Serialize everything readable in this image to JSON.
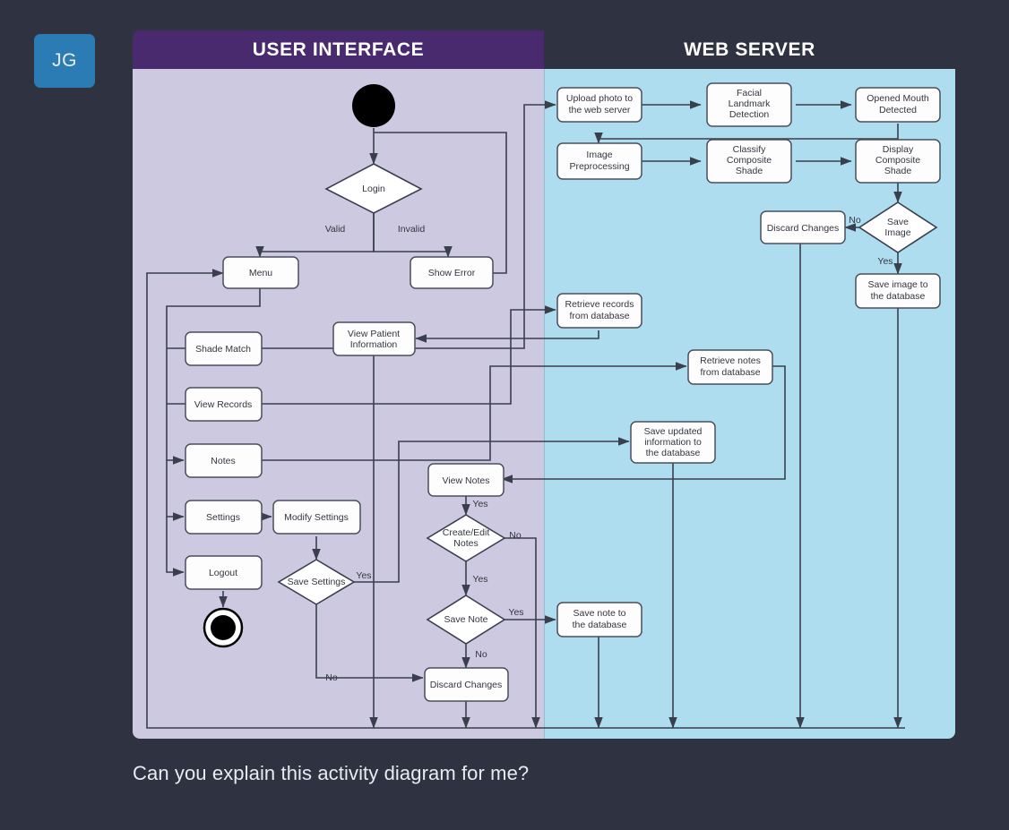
{
  "avatar": {
    "initials": "JG",
    "color": "#2b7cb5",
    "name": "user-avatar"
  },
  "caption": "Can you explain this activity diagram for me?",
  "diagram": {
    "type": "uml-activity-diagram",
    "lanes": [
      {
        "id": "ui",
        "title": "USER INTERFACE",
        "header_color": "#4a2a6e",
        "body_color": "#cdc9e0"
      },
      {
        "id": "ws",
        "title": "WEB SERVER",
        "header_color": "#2f3241",
        "body_color": "#aeddef"
      }
    ],
    "nodes": [
      {
        "id": "start",
        "kind": "initial",
        "lane": "ui",
        "label": ""
      },
      {
        "id": "login",
        "kind": "decision",
        "lane": "ui",
        "label": "Login"
      },
      {
        "id": "menu",
        "kind": "action",
        "lane": "ui",
        "label": "Menu"
      },
      {
        "id": "show_error",
        "kind": "action",
        "lane": "ui",
        "label": "Show Error"
      },
      {
        "id": "shade_match",
        "kind": "action",
        "lane": "ui",
        "label": "Shade Match"
      },
      {
        "id": "view_records",
        "kind": "action",
        "lane": "ui",
        "label": "View Records"
      },
      {
        "id": "notes",
        "kind": "action",
        "lane": "ui",
        "label": "Notes"
      },
      {
        "id": "settings",
        "kind": "action",
        "lane": "ui",
        "label": "Settings"
      },
      {
        "id": "logout",
        "kind": "action",
        "lane": "ui",
        "label": "Logout"
      },
      {
        "id": "modify_settings",
        "kind": "action",
        "lane": "ui",
        "label": "Modify Settings"
      },
      {
        "id": "save_settings",
        "kind": "decision",
        "lane": "ui",
        "label": "Save Settings"
      },
      {
        "id": "view_patient",
        "kind": "action",
        "lane": "ui",
        "label": "View Patient Information"
      },
      {
        "id": "view_notes",
        "kind": "action",
        "lane": "ui",
        "label": "View Notes"
      },
      {
        "id": "create_edit",
        "kind": "decision",
        "lane": "ui",
        "label": "Create/Edit Notes"
      },
      {
        "id": "save_note",
        "kind": "decision",
        "lane": "ui",
        "label": "Save Note"
      },
      {
        "id": "discard_ui",
        "kind": "action",
        "lane": "ui",
        "label": "Discard Changes"
      },
      {
        "id": "end",
        "kind": "final",
        "lane": "ui",
        "label": ""
      },
      {
        "id": "upload",
        "kind": "action",
        "lane": "ws",
        "label": "Upload photo to the web server"
      },
      {
        "id": "facial",
        "kind": "action",
        "lane": "ws",
        "label": "Facial Landmark Detection"
      },
      {
        "id": "mouth",
        "kind": "action",
        "lane": "ws",
        "label": "Opened Mouth Detected"
      },
      {
        "id": "preprocess",
        "kind": "action",
        "lane": "ws",
        "label": "Image Preprocessing"
      },
      {
        "id": "classify",
        "kind": "action",
        "lane": "ws",
        "label": "Classify Composite Shade"
      },
      {
        "id": "display",
        "kind": "action",
        "lane": "ws",
        "label": "Display Composite Shade"
      },
      {
        "id": "save_image",
        "kind": "decision",
        "lane": "ws",
        "label": "Save Image"
      },
      {
        "id": "discard_ws",
        "kind": "action",
        "lane": "ws",
        "label": "Discard Changes"
      },
      {
        "id": "save_img_db",
        "kind": "action",
        "lane": "ws",
        "label": "Save image to the database"
      },
      {
        "id": "retrieve_rec",
        "kind": "action",
        "lane": "ws",
        "label": "Retrieve records from database"
      },
      {
        "id": "retrieve_notes",
        "kind": "action",
        "lane": "ws",
        "label": "Retrieve notes from database"
      },
      {
        "id": "save_updated",
        "kind": "action",
        "lane": "ws",
        "label": "Save updated information to the database"
      },
      {
        "id": "save_note_db",
        "kind": "action",
        "lane": "ws",
        "label": "Save note to the database"
      }
    ],
    "edge_labels": {
      "login_valid": "Valid",
      "login_invalid": "Invalid",
      "save_settings_yes": "Yes",
      "save_settings_no": "No",
      "view_notes_yes": "Yes",
      "create_edit_no": "No",
      "create_edit_yes": "Yes",
      "save_note_yes": "Yes",
      "save_note_no": "No",
      "save_image_no": "No",
      "save_image_yes": "Yes"
    }
  }
}
